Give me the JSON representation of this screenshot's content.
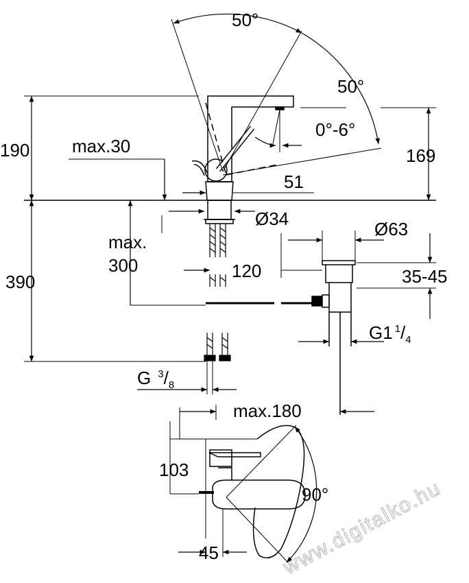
{
  "dimensions": {
    "top_swivel_angle": "50°",
    "lever_angle": "50°",
    "spout_tilt": "0°-6°",
    "height_above_deck": "190",
    "spout_height": "169",
    "max_deck_thickness": "max.30",
    "spout_reach": "51",
    "shank_diameter": "Ø34",
    "max_underdeck": "max.",
    "max_underdeck_value": "300",
    "hose_length_label": "120",
    "total_below_deck": "390",
    "waste_diameter": "Ø63",
    "waste_adjust": "35-45",
    "waste_thread_main": "G1",
    "waste_thread_num": "1",
    "waste_thread_den": "4",
    "hose_thread_main": "G",
    "hose_thread_num": "3",
    "hose_thread_den": "8",
    "max_reach": "max.180",
    "top_view_depth": "103",
    "rotation_angle": "90°",
    "lever_offset": "45"
  },
  "watermark": "www.digitalko.hu",
  "colors": {
    "line": "#000000",
    "watermark": "#bfbfbf"
  }
}
